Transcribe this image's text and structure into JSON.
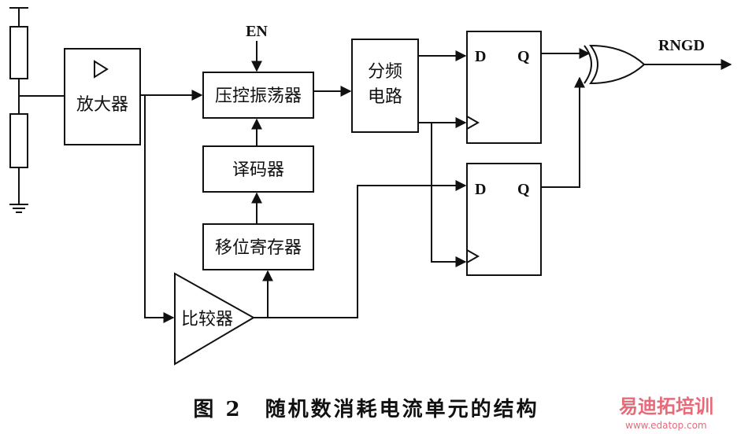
{
  "blocks": {
    "amplifier": "放大器",
    "vco": "压控振荡器",
    "decoder": "译码器",
    "shift_register": "移位寄存器",
    "comparator": "比较器",
    "divider_line1": "分频",
    "divider_line2": "电路"
  },
  "flipflop_top": {
    "d": "D",
    "q": "Q"
  },
  "flipflop_bottom": {
    "d": "D",
    "q": "Q"
  },
  "signals": {
    "enable": "EN",
    "output": "RNGD"
  },
  "caption": "图 2　随机数消耗电流单元的结构",
  "watermark": {
    "main": "易迪拓培训",
    "sub": "www.edatop.com"
  }
}
